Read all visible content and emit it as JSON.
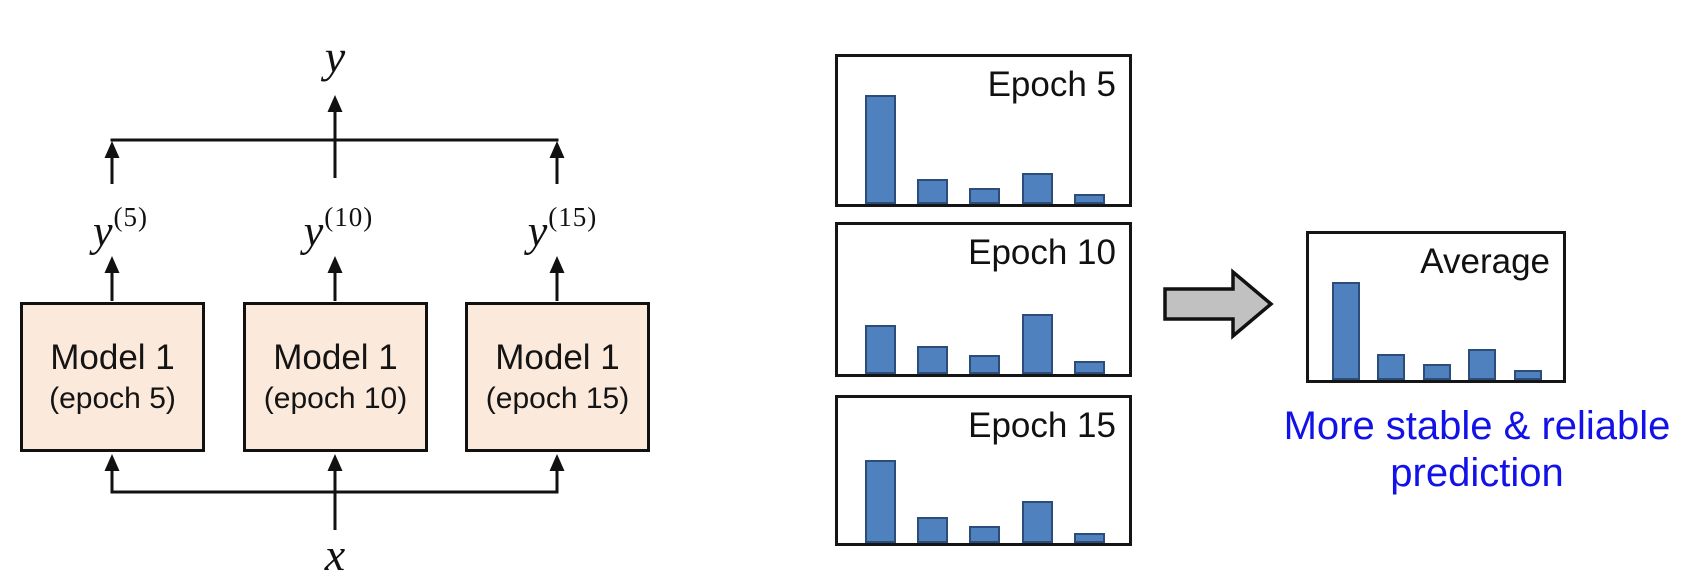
{
  "left_diagram": {
    "output_label": "y",
    "input_label": "x",
    "branches": [
      {
        "var": "y",
        "sup": "(5)"
      },
      {
        "var": "y",
        "sup": "(10)"
      },
      {
        "var": "y",
        "sup": "(15)"
      }
    ],
    "models": [
      {
        "name": "Model 1",
        "epoch": "(epoch 5)"
      },
      {
        "name": "Model 1",
        "epoch": "(epoch 10)"
      },
      {
        "name": "Model 1",
        "epoch": "(epoch 15)"
      }
    ]
  },
  "chart_data": [
    {
      "type": "bar",
      "title": "Epoch 5",
      "values": [
        0.74,
        0.17,
        0.11,
        0.21,
        0.07
      ],
      "ylim": [
        0,
        1
      ],
      "grid": false,
      "axes_labeled": false
    },
    {
      "type": "bar",
      "title": "Epoch 10",
      "values": [
        0.33,
        0.19,
        0.13,
        0.4,
        0.09
      ],
      "ylim": [
        0,
        1
      ],
      "grid": false,
      "axes_labeled": false
    },
    {
      "type": "bar",
      "title": "Epoch 15",
      "values": [
        0.57,
        0.18,
        0.12,
        0.29,
        0.07
      ],
      "ylim": [
        0,
        1
      ],
      "grid": false,
      "axes_labeled": false
    },
    {
      "type": "bar",
      "title": "Average",
      "values": [
        0.67,
        0.18,
        0.11,
        0.21,
        0.07
      ],
      "ylim": [
        0,
        1
      ],
      "grid": false,
      "axes_labeled": false
    }
  ],
  "caption": {
    "line1": "More stable & reliable",
    "line2": "prediction"
  },
  "icons": {
    "block_arrow": "right-block-arrow"
  },
  "colors": {
    "bar_fill": "#4e81bd",
    "bar_border": "#2c4d79",
    "box_fill": "#fbe9db",
    "arrow_fill": "#c1c1c1",
    "caption_color": "#1212e8",
    "line_color": "#111111"
  }
}
